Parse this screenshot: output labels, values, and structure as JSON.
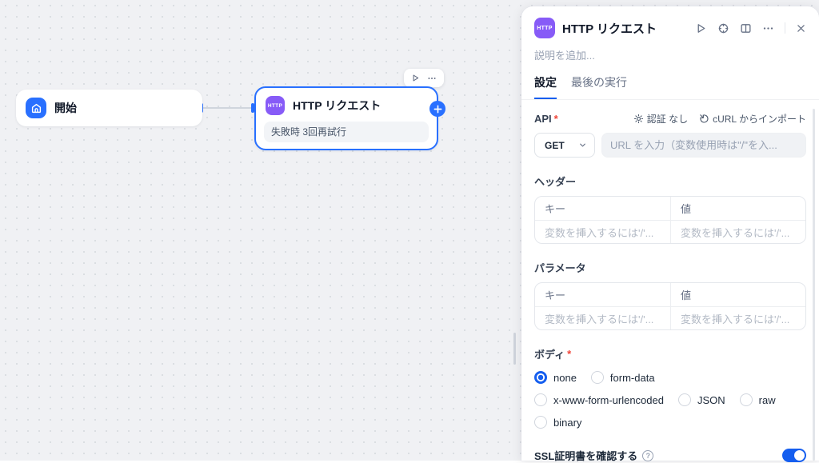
{
  "colors": {
    "accent": "#155eef",
    "node-selected": "#2970ff",
    "start-icon-bg": "#2970ff",
    "http-icon-bg": "#875bf7",
    "required": "#f04438",
    "toggle-on": "#155eef"
  },
  "canvas": {
    "start_node": {
      "title": "開始"
    },
    "http_node": {
      "icon_text": "HTTP",
      "title": "HTTP リクエスト",
      "retry_badge": "失敗時 3回再試行"
    }
  },
  "panel": {
    "header": {
      "icon_text": "HTTP",
      "title": "HTTP リクエスト"
    },
    "description_placeholder": "説明を追加...",
    "tabs": [
      {
        "label": "設定",
        "active": true
      },
      {
        "label": "最後の実行",
        "active": false
      }
    ],
    "required_mark": "*",
    "api": {
      "label": "API",
      "auth_label": "認証 なし",
      "curl_import_label": "cURL からインポート",
      "method": "GET",
      "url_placeholder": "URL を入力（変数使用時は\"/\"を入..."
    },
    "headers": {
      "label": "ヘッダー",
      "key_column": "キー",
      "value_column": "値",
      "key_placeholder": "変数を挿入するには'/'...",
      "value_placeholder": "変数を挿入するには'/'..."
    },
    "params": {
      "label": "パラメータ",
      "key_column": "キー",
      "value_column": "値",
      "key_placeholder": "変数を挿入するには'/'...",
      "value_placeholder": "変数を挿入するには'/'..."
    },
    "body": {
      "label": "ボディ",
      "options": [
        {
          "label": "none",
          "selected": true
        },
        {
          "label": "form-data",
          "selected": false
        },
        {
          "label": "x-www-form-urlencoded",
          "selected": false
        },
        {
          "label": "JSON",
          "selected": false
        },
        {
          "label": "raw",
          "selected": false
        },
        {
          "label": "binary",
          "selected": false
        }
      ]
    },
    "ssl": {
      "label": "SSL証明書を確認する",
      "enabled": true
    }
  }
}
